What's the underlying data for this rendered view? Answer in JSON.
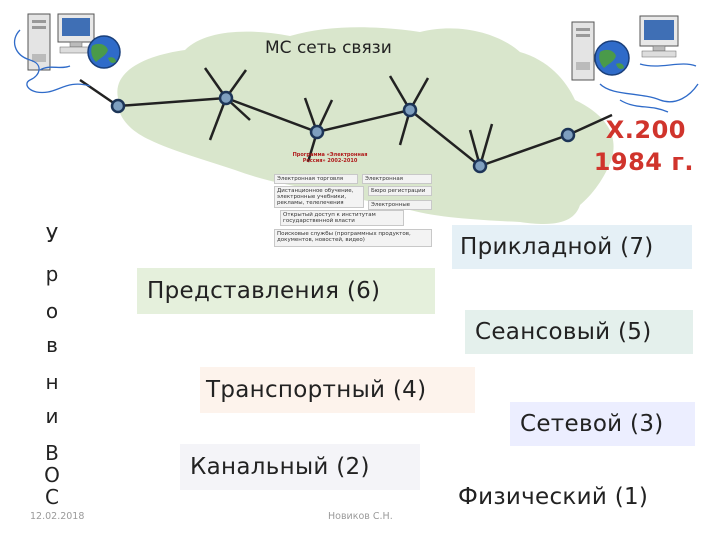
{
  "network": {
    "title": "МС сеть связи",
    "icons": [
      "computer-icon",
      "globe-icon"
    ]
  },
  "standard": {
    "code": "X.200",
    "year": "1984 г."
  },
  "program_image": {
    "title": "Программа «Электронная Россия» 2002-2010",
    "items": [
      "Электронная торговля",
      "Электронная коммерция",
      "Дистанционное обучение, электронные учебники, рекламы, телелечения",
      "Бюро регистрации",
      "Электронные подписи",
      "Открытый доступ к институтам государственной власти",
      "Поисковые службы (программных продуктов, документов, новостей, видео)"
    ]
  },
  "vertical_label": [
    "У",
    "р",
    "о",
    "в",
    "н",
    "и",
    "В",
    "О",
    "С"
  ],
  "levels": [
    {
      "label": "Прикладной (7)"
    },
    {
      "label": "Представления (6)"
    },
    {
      "label": "Сеансовый (5)"
    },
    {
      "label": "Транспортный (4)"
    },
    {
      "label": "Сетевой (3)"
    },
    {
      "label": "Канальный (2)"
    },
    {
      "label": "Физический (1)"
    }
  ],
  "footer": {
    "date": "12.02.2018",
    "author": "Новиков С.Н."
  },
  "colors": {
    "cloud": "#d9e6cc",
    "standard": "#d0342c",
    "line": "#222222",
    "node": "#7e9fbf"
  }
}
